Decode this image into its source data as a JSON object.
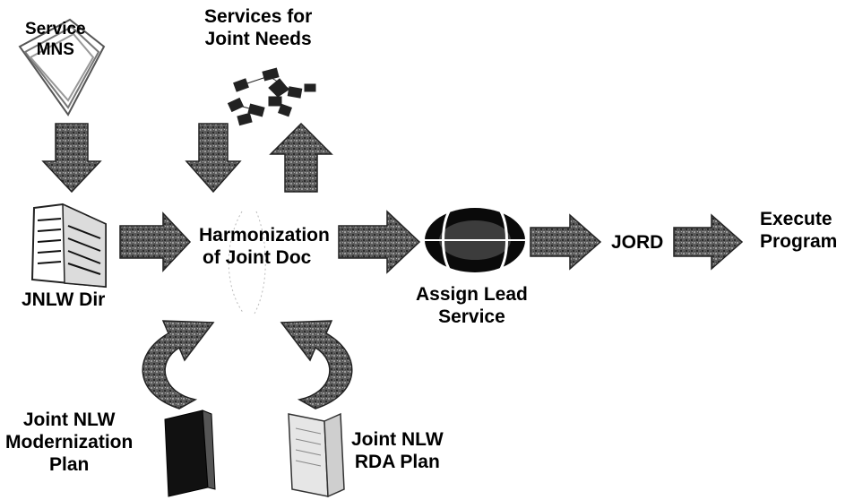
{
  "labels": {
    "service_mns": [
      "Service",
      "MNS"
    ],
    "services_joint_needs": [
      "Services for",
      "Joint Needs"
    ],
    "jnlw_dir": "JNLW Dir",
    "harmonization": [
      "Harmonization",
      "of Joint Doc"
    ],
    "assign_lead": [
      "Assign Lead",
      "Service"
    ],
    "jord": "JORD",
    "execute_program": [
      "Execute",
      "Program"
    ],
    "modernization_plan": [
      "Joint NLW",
      "Modernization",
      "Plan"
    ],
    "rda_plan": [
      "Joint NLW",
      "RDA Plan"
    ]
  },
  "colors": {
    "text": "#000000",
    "arrow_fill": "#6b6b6b",
    "arrow_dark": "#1f1f1f",
    "football": "#0a0a0a",
    "book_dark": "#111111",
    "book_light": "#e6e6e6"
  },
  "icons": [
    "stacked-documents-icon",
    "building-icon",
    "network-cluster-icon",
    "football-icon",
    "closed-book-icon",
    "open-book-icon",
    "curved-arrow-icon"
  ]
}
